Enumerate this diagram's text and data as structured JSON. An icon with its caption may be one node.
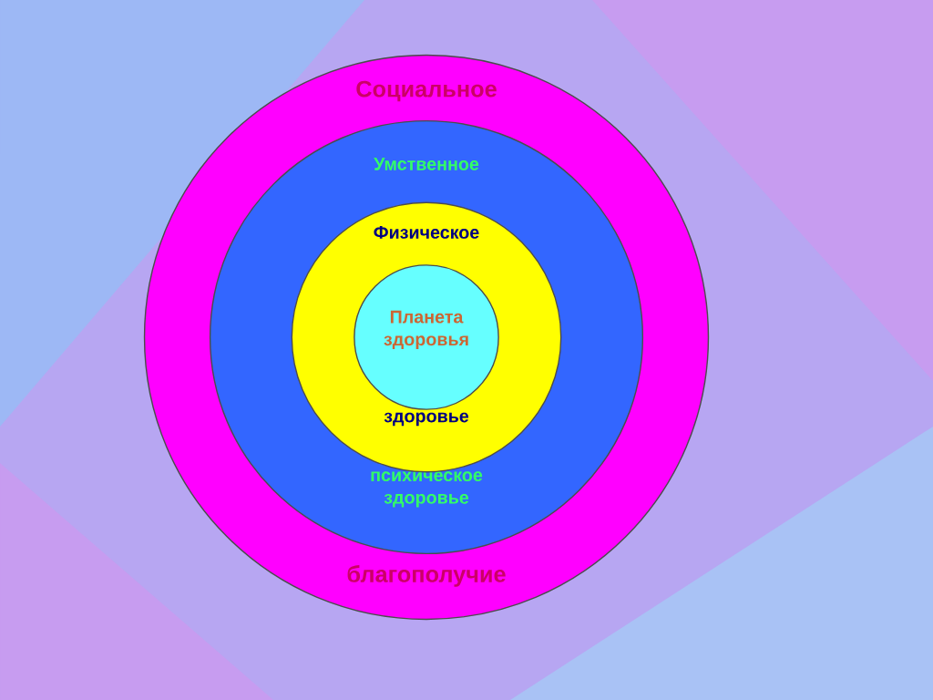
{
  "diagram": {
    "nodes": [
      {
        "text": [
          "Социальное",
          "благополучие"
        ]
      },
      {
        "text": [
          "Умственное",
          "психическое здоровье"
        ],
        "in": 0
      },
      {
        "text": [
          "Физическое",
          "здоровье"
        ],
        "in": 1
      },
      {
        "text": [
          "Планета здоровья"
        ],
        "in": 2
      }
    ]
  }
}
